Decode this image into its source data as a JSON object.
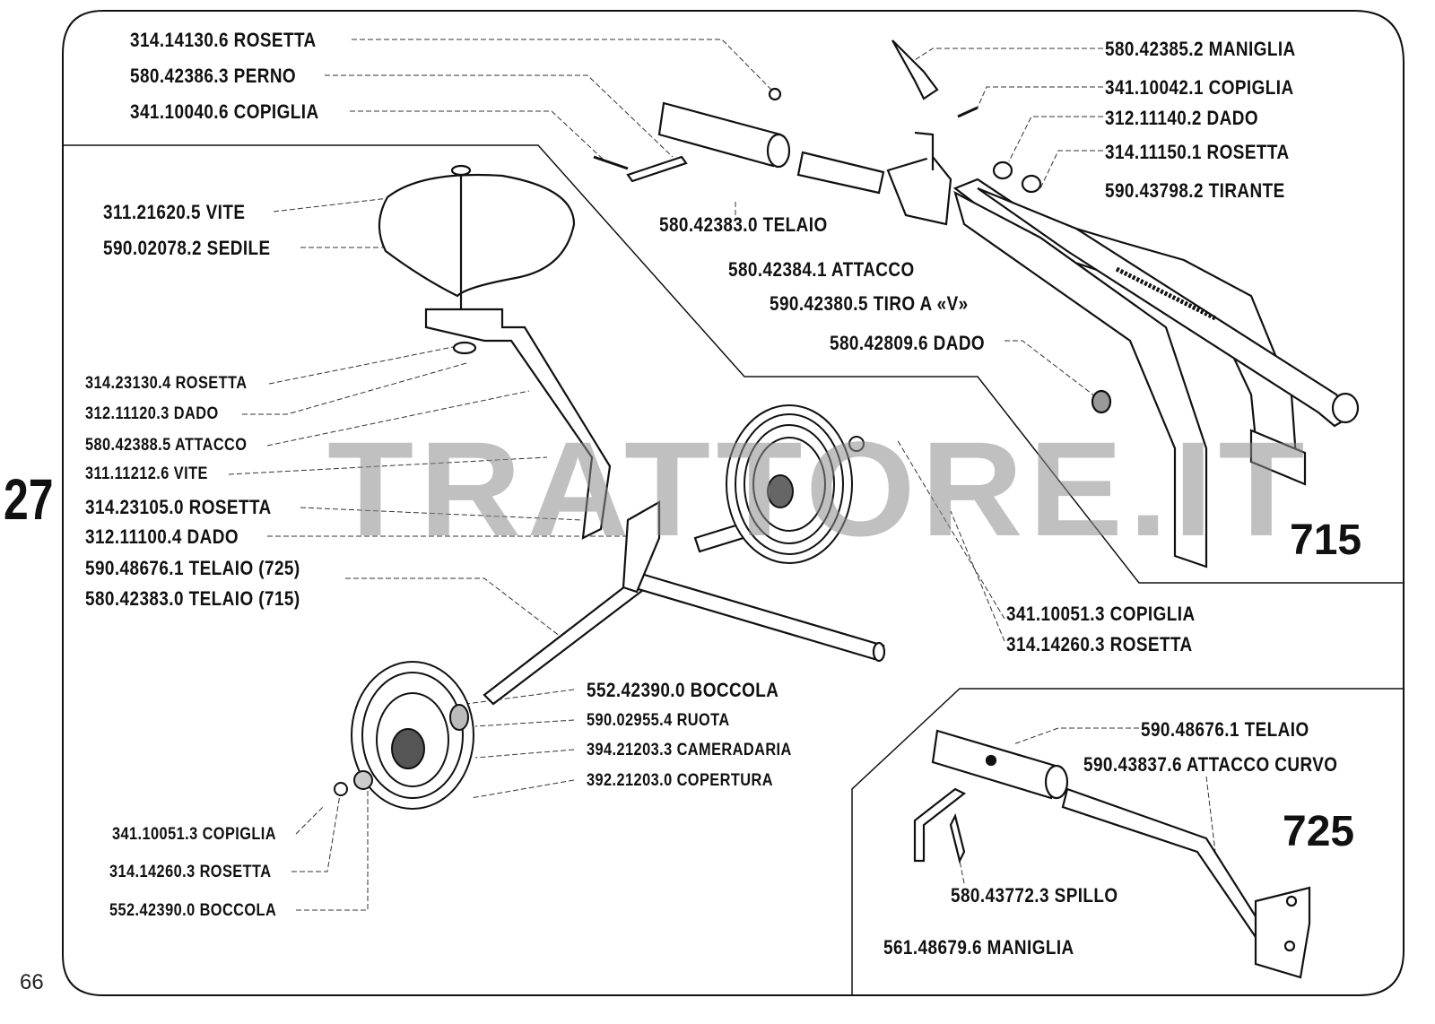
{
  "page": {
    "number": "66",
    "section": "27",
    "watermark": "TRATTORE.IT"
  },
  "models": {
    "model_a": "715",
    "model_b": "725"
  },
  "parts_main": [
    {
      "code": "314.14130.6",
      "name": "ROSETTA"
    },
    {
      "code": "580.42386.3",
      "name": "PERNO"
    },
    {
      "code": "341.10040.6",
      "name": "COPIGLIA"
    },
    {
      "code": "311.21620.5",
      "name": "VITE"
    },
    {
      "code": "590.02078.2",
      "name": "SEDILE"
    },
    {
      "code": "580.42383.0",
      "name": "TELAIO"
    },
    {
      "code": "580.42384.1",
      "name": "ATTACCO"
    },
    {
      "code": "590.42380.5",
      "name": "TIRO A «V»"
    },
    {
      "code": "580.42809.6",
      "name": "DADO"
    },
    {
      "code": "580.42385.2",
      "name": "MANIGLIA"
    },
    {
      "code": "341.10042.1",
      "name": "COPIGLIA"
    },
    {
      "code": "312.11140.2",
      "name": "DADO"
    },
    {
      "code": "314.11150.1",
      "name": "ROSETTA"
    },
    {
      "code": "590.43798.2",
      "name": "TIRANTE"
    }
  ],
  "parts_left": [
    {
      "code": "314.23130.4",
      "name": "ROSETTA"
    },
    {
      "code": "312.11120.3",
      "name": "DADO"
    },
    {
      "code": "580.42388.5",
      "name": "ATTACCO"
    },
    {
      "code": "311.11212.6",
      "name": "VITE"
    },
    {
      "code": "314.23105.0",
      "name": "ROSETTA"
    },
    {
      "code": "312.11100.4",
      "name": "DADO"
    },
    {
      "code": "590.48676.1",
      "name": "TELAIO (725)"
    },
    {
      "code": "580.42383.0",
      "name": "TELAIO (715)"
    }
  ],
  "parts_wheel": [
    {
      "code": "552.42390.0",
      "name": "BOCCOLA"
    },
    {
      "code": "590.02955.4",
      "name": "RUOTA"
    },
    {
      "code": "394.21203.3",
      "name": "CAMERADARIA"
    },
    {
      "code": "392.21203.0",
      "name": "COPERTURA"
    }
  ],
  "parts_wheel_left": [
    {
      "code": "341.10051.3",
      "name": "COPIGLIA"
    },
    {
      "code": "314.14260.3",
      "name": "ROSETTA"
    },
    {
      "code": "552.42390.0",
      "name": "BOCCOLA"
    }
  ],
  "parts_right_wheel": [
    {
      "code": "341.10051.3",
      "name": "COPIGLIA"
    },
    {
      "code": "314.14260.3",
      "name": "ROSETTA"
    }
  ],
  "parts_725": [
    {
      "code": "590.48676.1",
      "name": "TELAIO"
    },
    {
      "code": "590.43837.6",
      "name": "ATTACCO CURVO"
    },
    {
      "code": "580.43772.3",
      "name": "SPILLO"
    },
    {
      "code": "561.48679.6",
      "name": "MANIGLIA"
    }
  ]
}
